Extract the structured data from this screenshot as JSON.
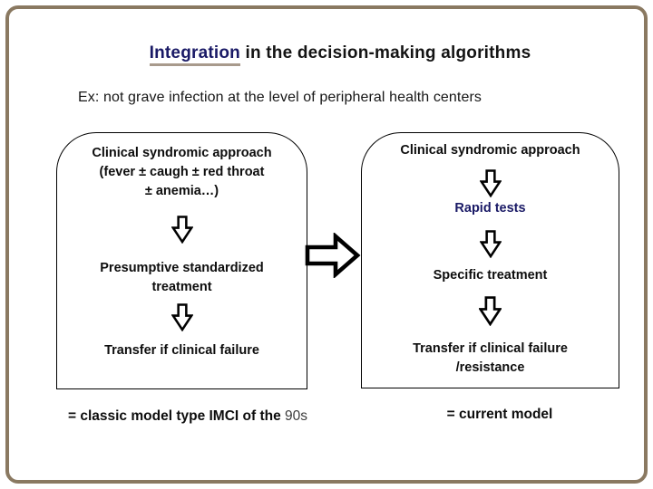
{
  "slide": {
    "title": {
      "highlight": "Integration",
      "rest": " in the decision-making algorithms"
    },
    "subtitle": "Ex: not grave infection at the level of peripheral health centers",
    "left_box": {
      "step1_line1": "Clinical syndromic approach",
      "step1_line2": "(fever ± caugh ± red throat",
      "step1_line3": "± anemia…)",
      "step2_line1": "Presumptive standardized",
      "step2_line2": "treatment",
      "step3": "Transfer if clinical failure"
    },
    "right_box": {
      "step1": "Clinical syndromic approach",
      "step2": "Rapid tests",
      "step3": "Specific treatment",
      "step4_line1": "Transfer if clinical failure",
      "step4_line2": "/resistance"
    },
    "left_caption": {
      "bold_part": "=  classic model type IMCI of the ",
      "light_part": "90s"
    },
    "right_caption": "= current model",
    "colors": {
      "accent_navy": "#1a1a66",
      "underline": "#a89a8c",
      "frame_brown": "#8a7961",
      "text_black": "#0d0d0d"
    },
    "icons": {
      "down_arrow": "hollow block arrow pointing down",
      "right_arrow": "hollow block arrow pointing right"
    }
  }
}
